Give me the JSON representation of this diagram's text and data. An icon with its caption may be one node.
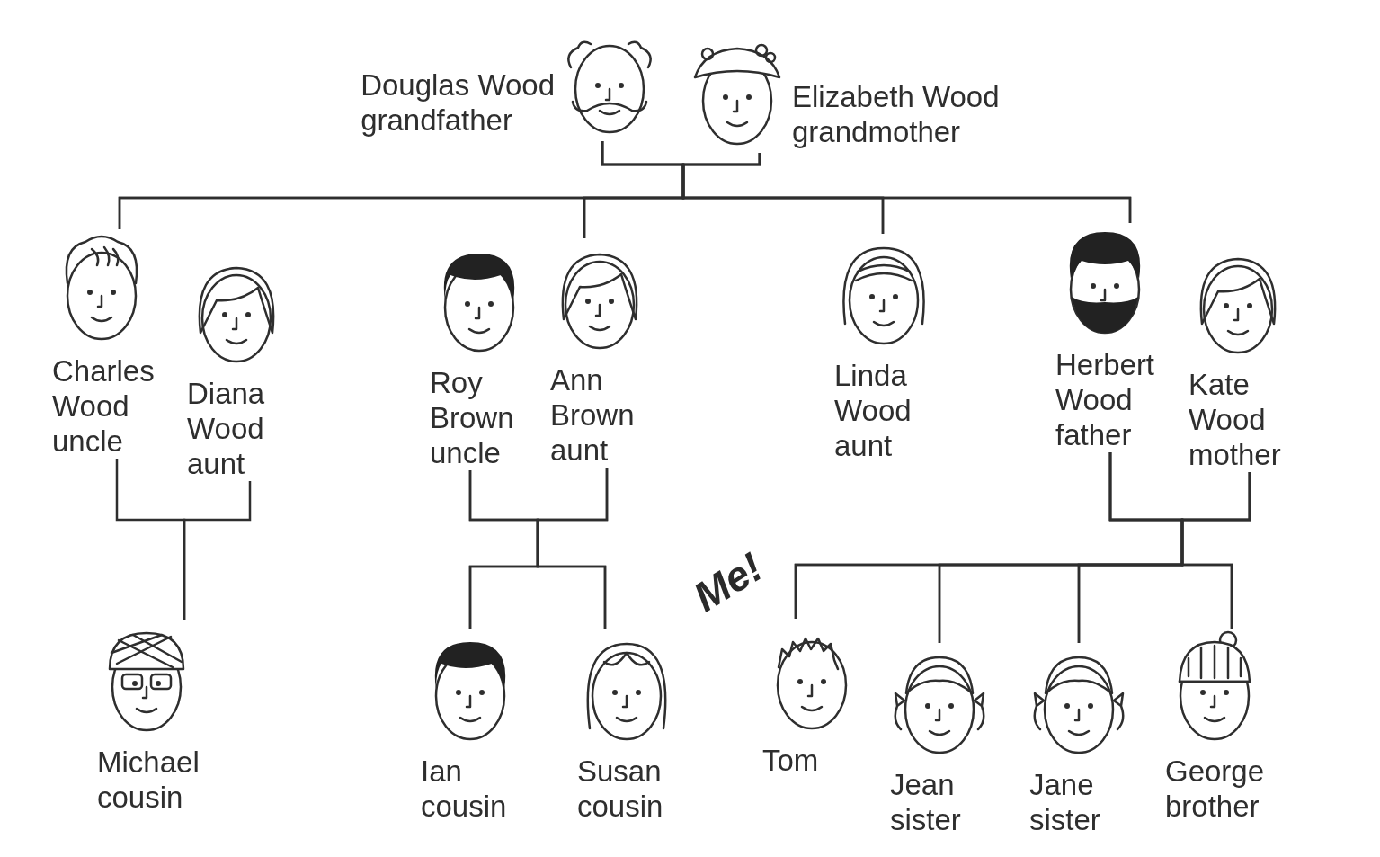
{
  "diagram": {
    "nodes": [
      {
        "text": [
          "Douglas Wood",
          "grandfather"
        ]
      },
      {
        "text": [
          "Elizabeth Wood",
          "grandmother"
        ]
      },
      {
        "text": [
          "Charles Wood",
          "uncle"
        ]
      },
      {
        "text": [
          "Diana Wood",
          "aunt"
        ]
      },
      {
        "text": [
          "Roy Brown",
          "uncle"
        ]
      },
      {
        "text": [
          "Ann Brown",
          "aunt"
        ]
      },
      {
        "text": [
          "Linda Wood",
          "aunt"
        ]
      },
      {
        "text": [
          "Herbert Wood",
          "father"
        ]
      },
      {
        "text": [
          "Kate Wood",
          "mother"
        ]
      },
      {
        "text": [
          "Michael",
          "cousin"
        ]
      },
      {
        "text": [
          "Ian",
          "cousin"
        ]
      },
      {
        "text": [
          "Susan",
          "cousin"
        ]
      },
      {
        "text": [
          "Tom"
        ],
        "beside": [
          "Me!"
        ]
      },
      {
        "text": [
          "Jean",
          "sister"
        ]
      },
      {
        "text": [
          "Jane",
          "sister"
        ]
      },
      {
        "text": [
          "George",
          "brother"
        ]
      }
    ],
    "edges": [
      {
        "from": 0,
        "to": 2,
        "arrow": "none"
      },
      {
        "from": 0,
        "to": 5,
        "arrow": "none"
      },
      {
        "from": 0,
        "to": 6,
        "arrow": "none"
      },
      {
        "from": 0,
        "to": 7,
        "arrow": "none"
      },
      {
        "from": 1,
        "to": 2,
        "arrow": "none"
      },
      {
        "from": 1,
        "to": 5,
        "arrow": "none"
      },
      {
        "from": 1,
        "to": 6,
        "arrow": "none"
      },
      {
        "from": 1,
        "to": 7,
        "arrow": "none"
      },
      {
        "from": 2,
        "to": 9,
        "arrow": "none"
      },
      {
        "from": 3,
        "to": 9,
        "arrow": "none"
      },
      {
        "from": 4,
        "to": 10,
        "arrow": "none"
      },
      {
        "from": 4,
        "to": 11,
        "arrow": "none"
      },
      {
        "from": 5,
        "to": 10,
        "arrow": "none"
      },
      {
        "from": 5,
        "to": 11,
        "arrow": "none"
      },
      {
        "from": 7,
        "to": 12,
        "arrow": "none"
      },
      {
        "from": 7,
        "to": 13,
        "arrow": "none"
      },
      {
        "from": 7,
        "to": 14,
        "arrow": "none"
      },
      {
        "from": 7,
        "to": 15,
        "arrow": "none"
      },
      {
        "from": 8,
        "to": 12,
        "arrow": "none"
      },
      {
        "from": 8,
        "to": 13,
        "arrow": "none"
      },
      {
        "from": 8,
        "to": 14,
        "arrow": "none"
      },
      {
        "from": 8,
        "to": 15,
        "arrow": "none"
      }
    ]
  }
}
